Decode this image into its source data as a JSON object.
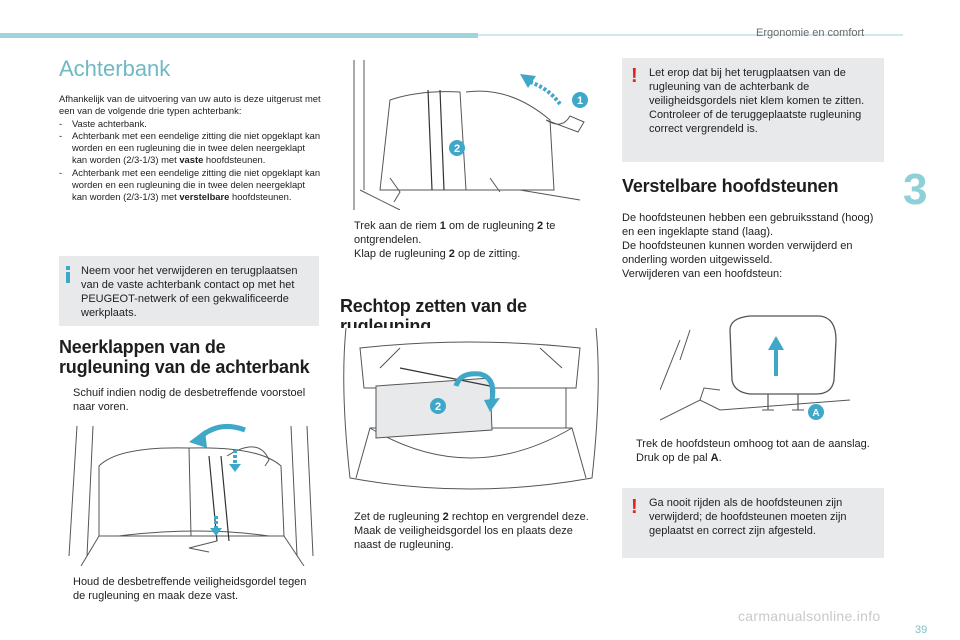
{
  "header": {
    "section_title": "Ergonomie en comfort",
    "chapter": "3",
    "page_number": "39",
    "watermark": "carmanualsonline.info"
  },
  "left": {
    "title": "Achterbank",
    "intro": "Afhankelijk van de uitvoering van uw auto is deze uitgerust met een van de volgende drie typen achterbank:",
    "types": [
      {
        "dash": "-",
        "text": "Vaste achterbank."
      },
      {
        "dash": "-",
        "text": "Achterbank met een eendelige zitting die niet opgeklapt kan worden en een rugleuning die in twee delen neergeklapt kan worden (2/3-1/3) met ",
        "bold": "vaste",
        "tail": " hoofdsteunen."
      },
      {
        "dash": "-",
        "text": "Achterbank met een eendelige zitting die niet opgeklapt kan worden en een rugleuning die in twee delen neergeklapt kan worden (2/3-1/3) met ",
        "bold": "verstelbare",
        "tail": " hoofdsteunen."
      }
    ],
    "info_box": "Neem voor het verwijderen en terugplaatsen van de vaste achterbank contact op met het PEUGEOT-netwerk of een gekwalificeerde werkplaats.",
    "fold_title_line1": "Neerklappen van de",
    "fold_title_line2": "rugleuning van de achterbank",
    "fold_step1": "Schuif indien nodig de desbetreffende voorstoel naar voren.",
    "fold_step2": "Houd de desbetreffende veiligheidsgordel tegen de rugleuning en maak deze vast."
  },
  "middle": {
    "step1_pre": "Trek aan de riem ",
    "step1_bold1": "1",
    "step1_mid": " om de rugleuning ",
    "step1_bold2": "2",
    "step1_post": " te ontgrendelen.",
    "step2_pre": "Klap de rugleuning ",
    "step2_bold": "2",
    "step2_post": " op de zitting.",
    "upright_title": "Rechtop zetten van de rugleuning",
    "step3_pre": "Zet de rugleuning ",
    "step3_bold": "2",
    "step3_post": " rechtop en vergrendel deze.",
    "step4": "Maak de veiligheidsgordel los en plaats deze naast de rugleuning.",
    "callout_1": "1",
    "callout_2a": "2",
    "callout_2b": "2"
  },
  "right": {
    "warn1": "Let erop dat bij het terugplaatsen van de rugleuning van de achterbank de veiligheidsgordels niet klem komen te zitten.\nControleer of de teruggeplaatste rugleuning correct vergrendeld is.",
    "head_title": "Verstelbare hoofdsteunen",
    "head_intro": "De hoofdsteunen hebben een gebruiksstand (hoog) en een ingeklapte stand (laag).\nDe hoofdsteunen kunnen worden verwijderd en onderling worden uitgewisseld.\nVerwijderen van een hoofdsteun:",
    "head_step1": "Trek de hoofdsteun omhoog tot aan de aanslag.",
    "head_step2_pre": "Druk op de pal ",
    "head_step2_bold": "A",
    "head_step2_post": ".",
    "warn2": "Ga nooit rijden als de hoofdsteunen zijn verwijderd; de hoofdsteunen moeten zijn geplaatst en correct zijn afgesteld.",
    "callout_A": "A"
  },
  "glyphs": {
    "bullet": "",
    "warning": "!"
  },
  "colors": {
    "accent": "#6fb9c3",
    "callout": "#3fa8c8",
    "warning": "#e2231a",
    "box": "#e7e9ea"
  }
}
